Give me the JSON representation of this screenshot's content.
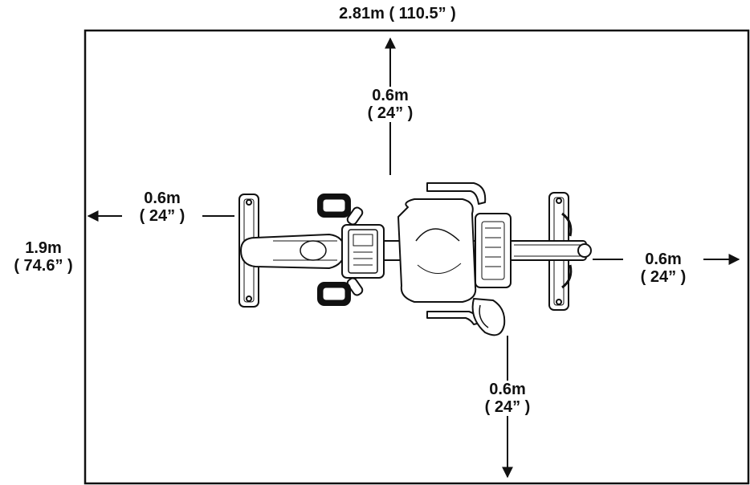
{
  "footprint": {
    "length": "2.81m ( 110.5” )",
    "width": {
      "metric": "1.9m",
      "imperial": "( 74.6” )"
    }
  },
  "clearances": {
    "top": {
      "metric": "0.6m",
      "imperial": "( 24” )"
    },
    "left": {
      "metric": "0.6m",
      "imperial": "( 24” )"
    },
    "right": {
      "metric": "0.6m",
      "imperial": "( 24” )"
    },
    "bottom": {
      "metric": "0.6m",
      "imperial": "( 24” )"
    }
  }
}
